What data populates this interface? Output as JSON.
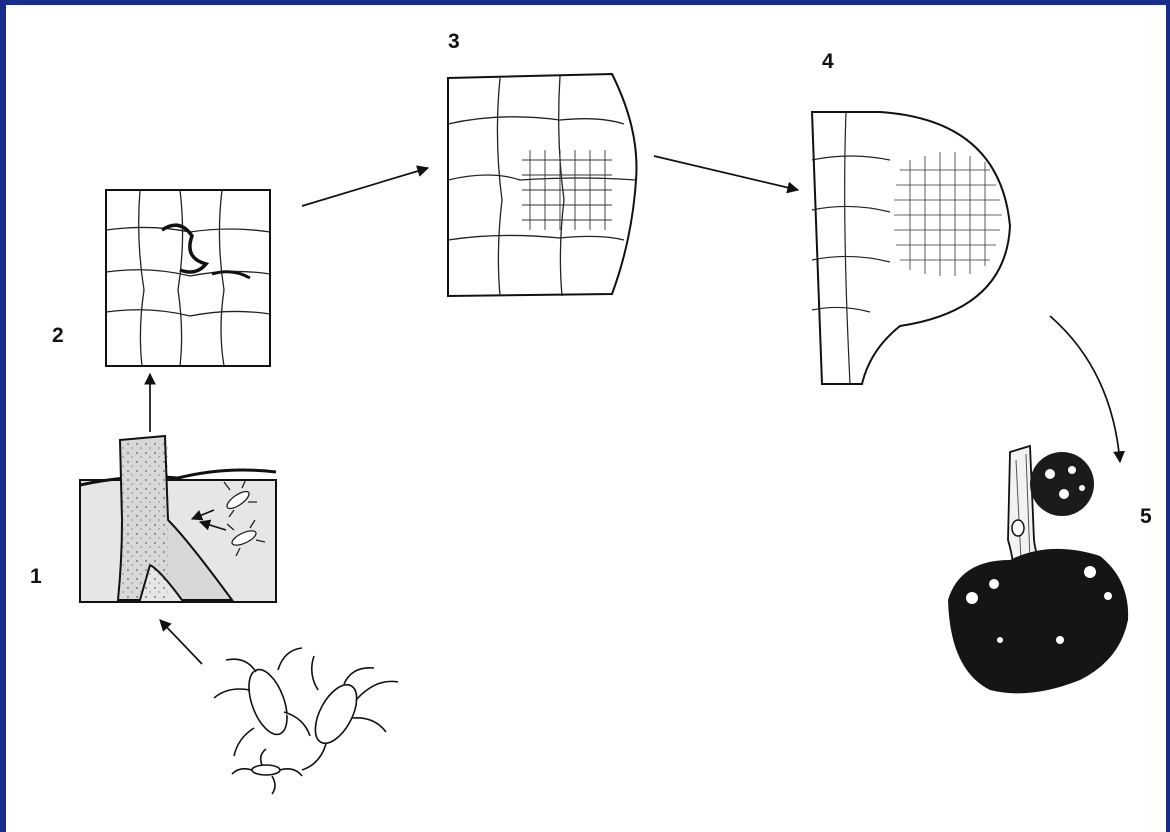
{
  "diagram": {
    "stage_labels": [
      "1",
      "2",
      "3",
      "4",
      "5"
    ],
    "colors": {
      "frame": "#1a2c8a",
      "paper": "#ffffff",
      "ink": "#111111",
      "wash": "#e9e9e9"
    }
  }
}
